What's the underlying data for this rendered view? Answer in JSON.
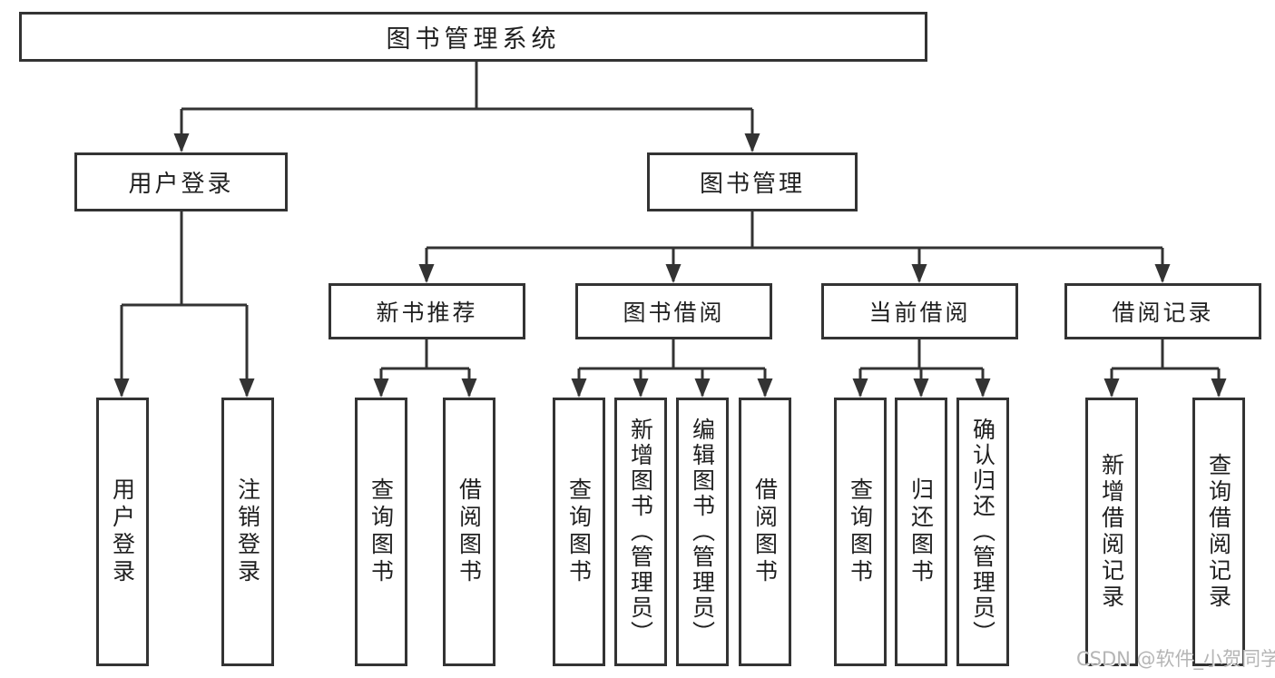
{
  "nodes": {
    "root": "图书管理系统",
    "user_group": "用户登录",
    "book_group": "图书管理",
    "new_book": "新书推荐",
    "book_borrow": "图书借阅",
    "current_borrow": "当前借阅",
    "borrow_record": "借阅记录",
    "user_login": "用户登录",
    "logout": "注销登录",
    "nb_query": "查询图书",
    "nb_borrow": "借阅图书",
    "bb_query": "查询图书",
    "bb_add": "新增图书（管理员）",
    "bb_edit": "编辑图书（管理员）",
    "bb_borrow": "借阅图书",
    "cb_query": "查询图书",
    "cb_return": "归还图书",
    "cb_confirm": "确认归还（管理员）",
    "br_add": "新增借阅记录",
    "br_query": "查询借阅记录"
  },
  "watermark": "CSDN @软件_小贺同学",
  "colors": {
    "line": "#333333",
    "text": "#1f1f1f",
    "watermark": "#b5b5b5",
    "background": "#ffffff"
  }
}
